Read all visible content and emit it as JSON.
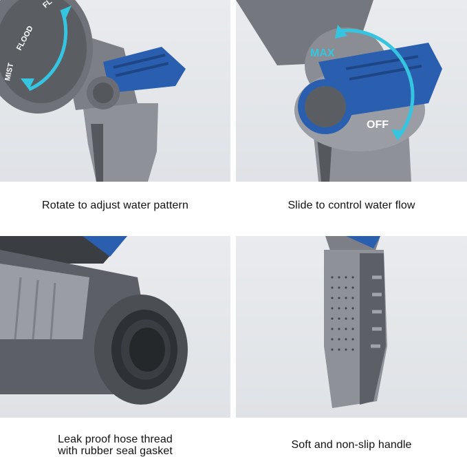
{
  "panels": [
    {
      "caption_lines": [
        "Rotate to adjust water pattern"
      ],
      "labels": {
        "mist": "MIST",
        "flood": "FLOOD",
        "top": "FL"
      }
    },
    {
      "caption_lines": [
        "Slide to control water flow"
      ],
      "labels": {
        "max": "MAX",
        "off": "OFF"
      }
    },
    {
      "caption_lines": [
        "Leak proof hose thread",
        "with rubber seal gasket"
      ]
    },
    {
      "caption_lines": [
        "Soft and non-slip handle"
      ]
    }
  ],
  "colors": {
    "panel_bg": "#e4e7eb",
    "body_gray": "#8b8f95",
    "dark_gray": "#45484d",
    "accent_blue": "#2a5fb0",
    "arrow_cyan": "#35c5e0"
  }
}
